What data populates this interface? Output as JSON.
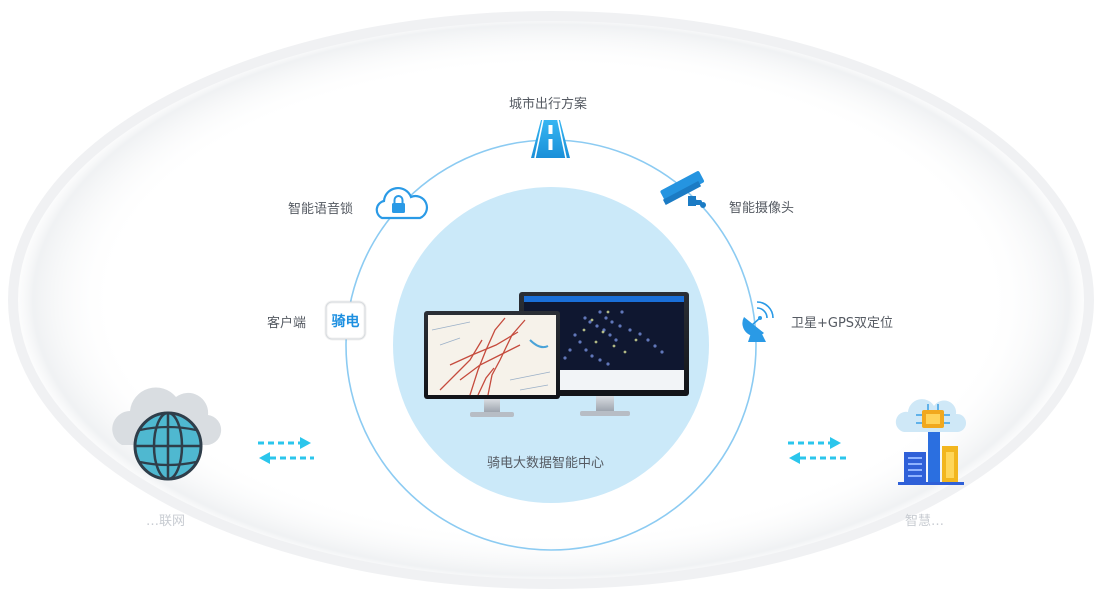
{
  "center": {
    "label": "骑电大数据智能中心"
  },
  "nodes": [
    {
      "id": "route",
      "label": "城市出行方案",
      "icon": "road-icon"
    },
    {
      "id": "camera",
      "label": "智能摄像头",
      "icon": "camera-icon"
    },
    {
      "id": "lock",
      "label": "智能语音锁",
      "icon": "cloud-lock-icon"
    },
    {
      "id": "gps",
      "label": "卫星+GPS双定位",
      "icon": "satellite-dish-icon"
    },
    {
      "id": "client",
      "label": "客户端",
      "icon": "app-logo-icon",
      "logo_text": "骑电"
    }
  ],
  "sides": [
    {
      "id": "left",
      "label": "…联网",
      "icon": "globe-cloud-icon"
    },
    {
      "id": "right",
      "label": "智慧…",
      "icon": "smart-city-icon"
    }
  ],
  "colors": {
    "accent": "#29a8ec",
    "ring": "#7cc4f0",
    "center_fill": "#cbe9f9",
    "arrow": "#29c3ec",
    "label": "#555a62"
  }
}
